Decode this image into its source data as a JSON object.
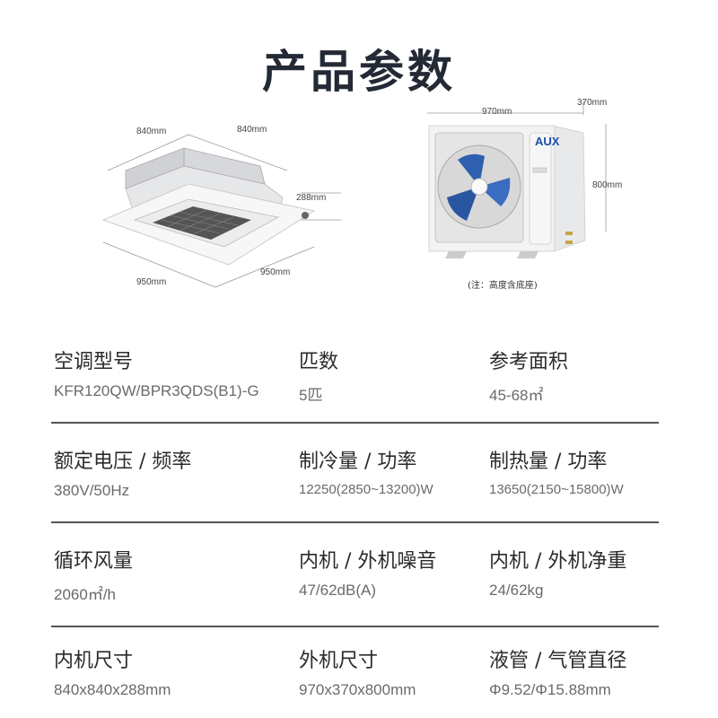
{
  "header": {
    "title": "产品参数"
  },
  "indoor_unit_diagram": {
    "dims": {
      "top_left": "840mm",
      "top_right": "840mm",
      "height": "288mm",
      "bottom_left": "950mm",
      "bottom_right": "950mm"
    }
  },
  "outdoor_unit_diagram": {
    "brand": "AUX",
    "dims": {
      "width": "970mm",
      "depth": "370mm",
      "height": "800mm"
    },
    "note": "(注：高度含底座)"
  },
  "specs": [
    [
      {
        "label": "空调型号",
        "value": "KFR120QW/BPR3QDS(B1)-G"
      },
      {
        "label": "匹数",
        "value": "5匹"
      },
      {
        "label": "参考面积",
        "value": "45-68㎡"
      }
    ],
    [
      {
        "label": "额定电压 / 频率",
        "value": "380V/50Hz"
      },
      {
        "label": "制冷量 / 功率",
        "value": "12250(2850~13200)W"
      },
      {
        "label": "制热量 / 功率",
        "value": "13650(2150~15800)W"
      }
    ],
    [
      {
        "label": "循环风量",
        "value": "2060㎡/h"
      },
      {
        "label": "内机 / 外机噪音",
        "value": "47/62dB(A)"
      },
      {
        "label": "内机 / 外机净重",
        "value": "24/62kg"
      }
    ],
    [
      {
        "label": "内机尺寸",
        "value": "840x840x288mm"
      },
      {
        "label": "外机尺寸",
        "value": "970x370x800mm"
      },
      {
        "label": "液管 / 气管直径",
        "value": "Φ9.52/Φ15.88mm"
      }
    ]
  ],
  "colors": {
    "title": "#232a35",
    "label": "#2b2b2b",
    "value": "#6a6a6a",
    "divider": "#555555",
    "brand_blue": "#1a4fb0"
  }
}
